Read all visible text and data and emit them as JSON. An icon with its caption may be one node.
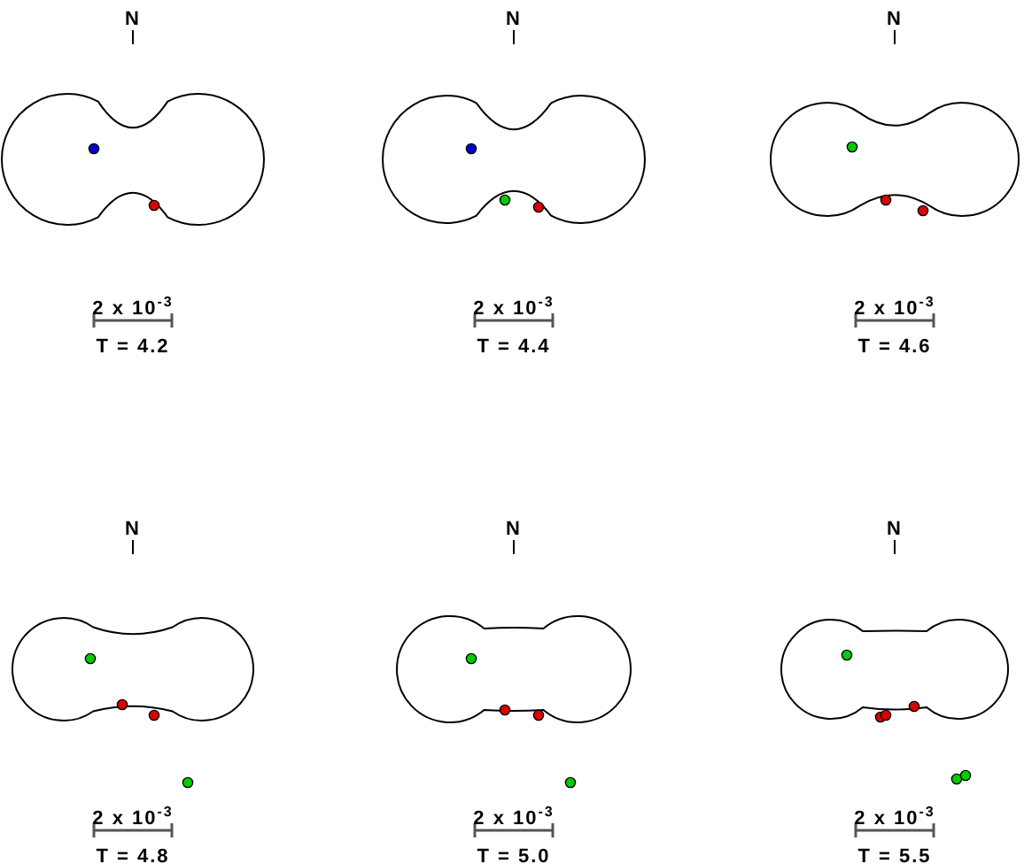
{
  "diagram": {
    "labels": [
      "N",
      "N",
      "N",
      "2 x 10$^{-3}$",
      "2 x 10$^{-3}$",
      "2 x 10$^{-3}$",
      "T = 4.2",
      "T = 4.4",
      "T = 4.6",
      "N",
      "N",
      "N",
      "2 x 10$^{-3}$",
      "2 x 10$^{-3}$",
      "2 x 10$^{-3}$",
      "T = 4.8",
      "T = 5.0",
      "T = 5.5"
    ]
  }
}
